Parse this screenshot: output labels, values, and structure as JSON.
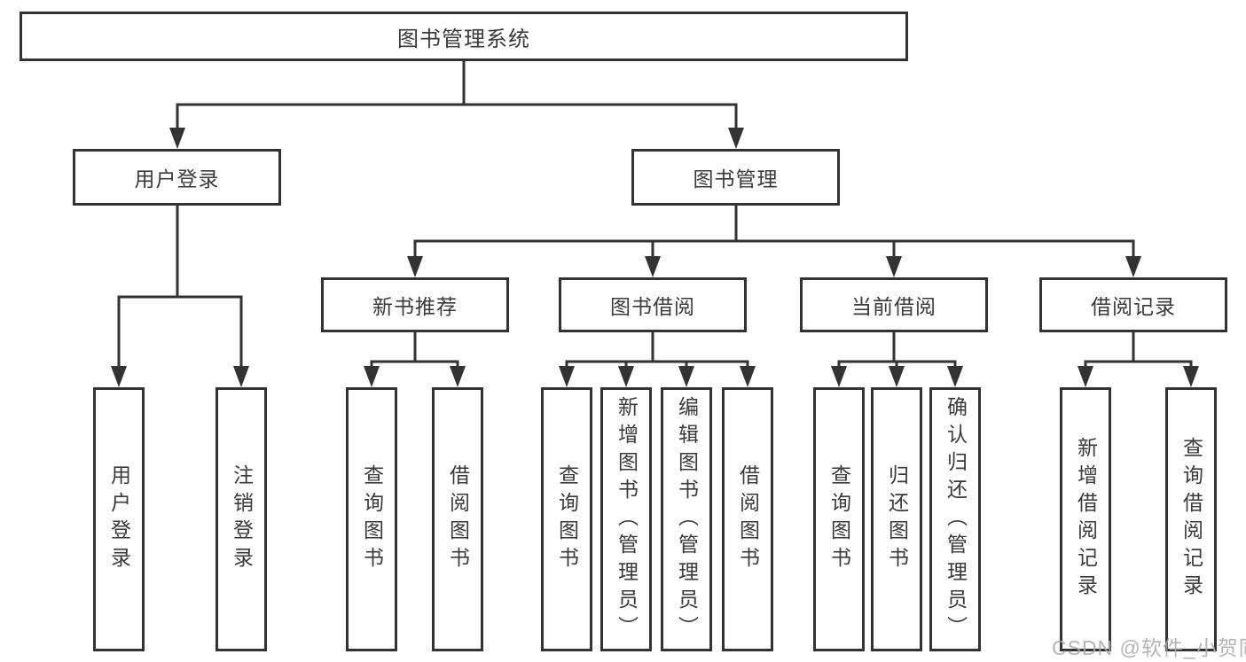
{
  "colors": {
    "line": "#333333",
    "box_border": "#333333",
    "box_fill": "#ffffff",
    "text": "#3a3a3a",
    "watermark": "#ababab",
    "background": "#ffffff"
  },
  "tree": {
    "label": "图书管理系统",
    "children": [
      {
        "label": "用户登录",
        "children": [
          {
            "label": "用户登录"
          },
          {
            "label": "注销登录"
          }
        ]
      },
      {
        "label": "图书管理",
        "children": [
          {
            "label": "新书推荐",
            "children": [
              {
                "label": "查询图书"
              },
              {
                "label": "借阅图书"
              }
            ]
          },
          {
            "label": "图书借阅",
            "children": [
              {
                "label": "查询图书"
              },
              {
                "label": "新增图书（管理员）"
              },
              {
                "label": "编辑图书（管理员）"
              },
              {
                "label": "借阅图书"
              }
            ]
          },
          {
            "label": "当前借阅",
            "children": [
              {
                "label": "查询图书"
              },
              {
                "label": "归还图书"
              },
              {
                "label": "确认归还（管理员）"
              }
            ]
          },
          {
            "label": "借阅记录",
            "children": [
              {
                "label": "新增借阅记录"
              },
              {
                "label": "查询借阅记录"
              }
            ]
          }
        ]
      }
    ]
  },
  "watermark": {
    "text": "CSDN @软件_小贺同学"
  }
}
